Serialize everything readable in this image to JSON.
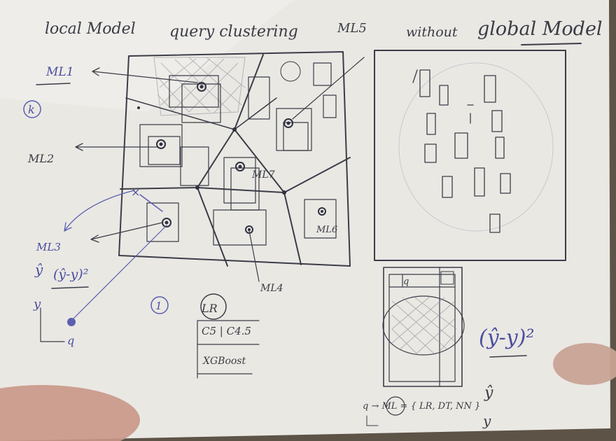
{
  "headings": {
    "local_model": "local Model",
    "query_clustering": "query clustering",
    "ml5": "ML5",
    "without": "without",
    "global_model": "global Model"
  },
  "left_labels": {
    "ml1": "ML1",
    "k": "k",
    "ml2": "ML2",
    "ml3": "ML3",
    "y_hat": "ŷ",
    "error": "(ŷ-y)²",
    "y": "y",
    "q": "q"
  },
  "cluster_labels": {
    "ml4": "ML4",
    "ml6": "ML6",
    "ml7": "ML7"
  },
  "models_list": {
    "number": "1",
    "items": [
      "LR",
      "C5 | C4.5",
      "XGBoost"
    ]
  },
  "right_panel": {
    "q_label": "q",
    "error": "(ŷ-y)²",
    "y_hat": "ŷ",
    "y": "y",
    "ml_formula": "q → ML = { LR, DT, NN }"
  }
}
